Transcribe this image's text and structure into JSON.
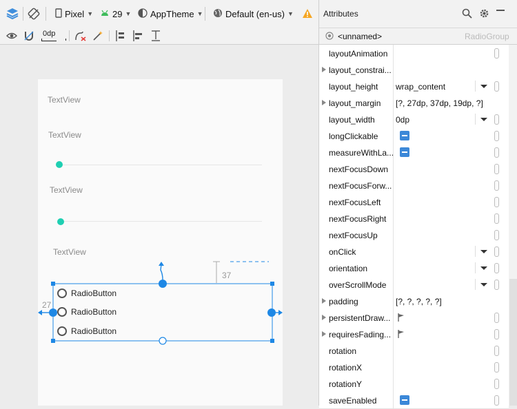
{
  "toolbar": {
    "device": "Pixel",
    "api_level": "29",
    "theme": "AppTheme",
    "locale": "Default (en-us)",
    "margin_default": "0dp"
  },
  "canvas": {
    "textviews": [
      "TextView",
      "TextView",
      "TextView",
      "TextView"
    ],
    "radio_buttons": [
      "RadioButton",
      "RadioButton",
      "RadioButton"
    ],
    "margin_top_label": "37",
    "margin_left_label": "27"
  },
  "attributes_panel": {
    "title": "Attributes",
    "component_id": "<unnamed>",
    "component_type": "RadioGroup",
    "rows": [
      {
        "name": "layoutAnimation",
        "value": "",
        "kind": "text"
      },
      {
        "name": "layout_constrai...",
        "value": "",
        "kind": "expand"
      },
      {
        "name": "layout_height",
        "value": "wrap_content",
        "kind": "dropdown"
      },
      {
        "name": "layout_margin",
        "value": "[?, 27dp, 37dp, 19dp, ?]",
        "kind": "expand"
      },
      {
        "name": "layout_width",
        "value": "0dp",
        "kind": "dropdown"
      },
      {
        "name": "longClickable",
        "value": "",
        "kind": "check"
      },
      {
        "name": "measureWithLa...",
        "value": "",
        "kind": "check"
      },
      {
        "name": "nextFocusDown",
        "value": "",
        "kind": "text"
      },
      {
        "name": "nextFocusForw...",
        "value": "",
        "kind": "text"
      },
      {
        "name": "nextFocusLeft",
        "value": "",
        "kind": "text"
      },
      {
        "name": "nextFocusRight",
        "value": "",
        "kind": "text"
      },
      {
        "name": "nextFocusUp",
        "value": "",
        "kind": "text"
      },
      {
        "name": "onClick",
        "value": "",
        "kind": "dropdown"
      },
      {
        "name": "orientation",
        "value": "",
        "kind": "dropdown"
      },
      {
        "name": "overScrollMode",
        "value": "",
        "kind": "dropdown"
      },
      {
        "name": "padding",
        "value": "[?, ?, ?, ?, ?]",
        "kind": "expand-plain"
      },
      {
        "name": "persistentDraw...",
        "value": "",
        "kind": "flag"
      },
      {
        "name": "requiresFading...",
        "value": "",
        "kind": "flag"
      },
      {
        "name": "rotation",
        "value": "",
        "kind": "text"
      },
      {
        "name": "rotationX",
        "value": "",
        "kind": "text"
      },
      {
        "name": "rotationY",
        "value": "",
        "kind": "text"
      },
      {
        "name": "saveEnabled",
        "value": "",
        "kind": "check"
      }
    ]
  },
  "colors": {
    "accent_blue": "#1e88e5",
    "seekbar_teal": "#1fcfb2",
    "warning": "#f5a623"
  }
}
